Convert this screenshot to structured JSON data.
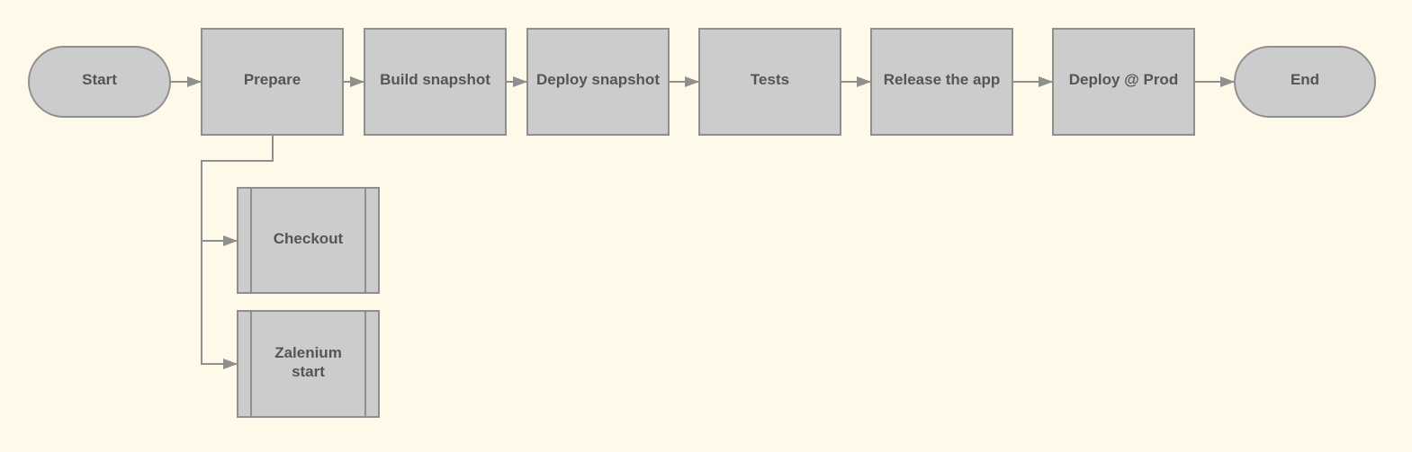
{
  "diagram": {
    "colors": {
      "background": "#fff9ea",
      "node_fill": "#cccccc",
      "node_stroke": "#8f8f8f",
      "edge": "#8f8f8f",
      "text": "#555555"
    },
    "nodes": {
      "start": {
        "label": "Start",
        "shape": "terminator"
      },
      "prepare": {
        "label": "Prepare",
        "shape": "process"
      },
      "build_snapshot": {
        "label": "Build snapshot",
        "shape": "process"
      },
      "deploy_snapshot": {
        "label": "Deploy snapshot",
        "shape": "process"
      },
      "tests": {
        "label": "Tests",
        "shape": "process"
      },
      "release_app": {
        "label": "Release the app",
        "shape": "process"
      },
      "deploy_prod": {
        "label": "Deploy @ Prod",
        "shape": "process"
      },
      "end": {
        "label": "End",
        "shape": "terminator"
      },
      "checkout": {
        "label": "Checkout",
        "shape": "predefined-process"
      },
      "zalenium_line1": {
        "label": "Zalenium",
        "shape": "predefined-process"
      },
      "zalenium_line2": {
        "label": "start"
      }
    },
    "edges": [
      {
        "from": "Start",
        "to": "Prepare"
      },
      {
        "from": "Prepare",
        "to": "Build snapshot"
      },
      {
        "from": "Build snapshot",
        "to": "Deploy snapshot"
      },
      {
        "from": "Deploy snapshot",
        "to": "Tests"
      },
      {
        "from": "Tests",
        "to": "Release the app"
      },
      {
        "from": "Release the app",
        "to": "Deploy @ Prod"
      },
      {
        "from": "Deploy @ Prod",
        "to": "End"
      },
      {
        "from": "Prepare",
        "to": "Checkout"
      },
      {
        "from": "Prepare",
        "to": "Zalenium start"
      }
    ]
  }
}
